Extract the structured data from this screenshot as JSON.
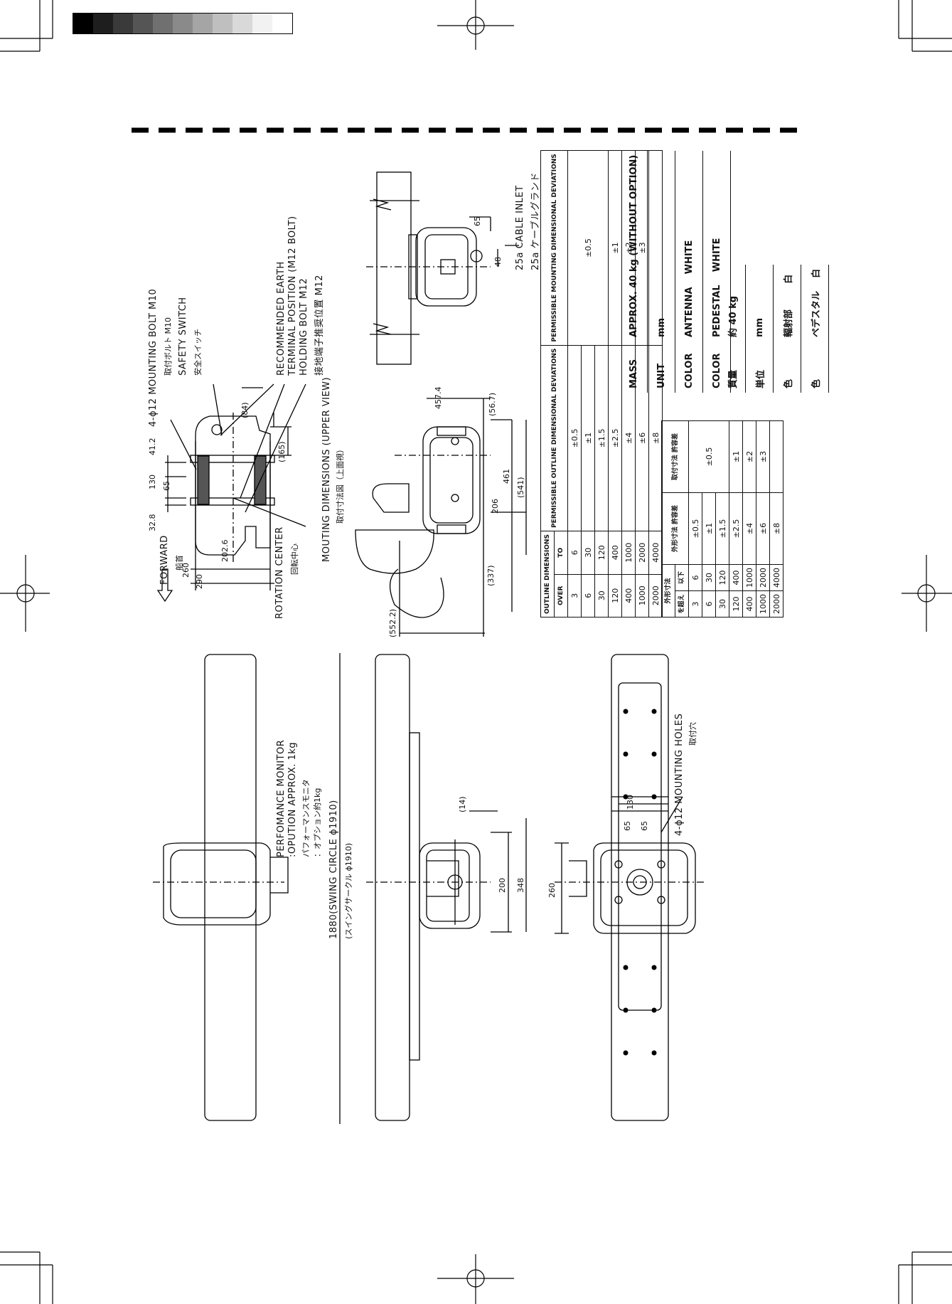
{
  "header": {
    "grayscale_colors": [
      "#000000",
      "#1e1e1e",
      "#3a3a3a",
      "#555555",
      "#707070",
      "#8a8a8a",
      "#a5a5a5",
      "#bfbfbf",
      "#d9d9d9",
      "#f2f2f2",
      "#ffffff"
    ]
  },
  "top_view": {
    "forward_en": "FORWARD",
    "forward_jp": "船首",
    "rotation_center_en": "ROTATION CENTER",
    "rotation_center_jp": "回転中心",
    "dim_290": "290",
    "dim_260": "260",
    "dim_2026": "202.6",
    "dim_328": "32.8",
    "dim_130": "130",
    "dim_65": "65",
    "dim_412": "41.2",
    "dim_84": "(84)",
    "dim_165": "(165)",
    "mounting_bolt_en": "4-ϕ12 MOUNTING BOLT M10",
    "mounting_bolt_jp": "取付ボルト M10",
    "safety_switch_en": "SAFETY SWITCH",
    "safety_switch_jp": "安全スイッチ",
    "earth_en_1": "RECOMMENDED EARTH",
    "earth_en_2": "TERMINAL POSITION (M12 BOLT)",
    "holding_bolt_en": "HOLDING BOLT M12",
    "holding_bolt_jp": "接地端子推奨位置 M12"
  },
  "upper_view": {
    "title_en": "MOUTING DIMENSIONS (UPPER VIEW)",
    "title_jp": "取付寸法図（上面視）",
    "dim_5522": "(552.2)",
    "dim_337": "(337)",
    "dim_206": "206",
    "dim_461": "461",
    "dim_541": "(541)",
    "dim_567": "(56.7)",
    "dim_4574": "457.4"
  },
  "side_view_small": {
    "dim_65": "65",
    "dim_48": "48",
    "cable_inlet_en": "25a CABLE INLET",
    "cable_inlet_jp": "25a ケーブルグランド"
  },
  "tolerance_table_en": {
    "col1": "OUTLINE DIMENSIONS",
    "col_over": "OVER",
    "col_to": "TO",
    "col2": "PERMISSIBLE OUTLINE DIMENSIONAL DEVIATIONS",
    "col3": "PERMISSIBLE MOUNTING DIMENSIONAL DEVIATIONS",
    "rows": [
      {
        "over": "3",
        "to": "6",
        "out": "±0.5",
        "mount": "±0.5"
      },
      {
        "over": "6",
        "to": "30",
        "out": "±1",
        "mount": ""
      },
      {
        "over": "30",
        "to": "120",
        "out": "±1.5",
        "mount": ""
      },
      {
        "over": "120",
        "to": "400",
        "out": "±2.5",
        "mount": "±1"
      },
      {
        "over": "400",
        "to": "1000",
        "out": "±4",
        "mount": "±2"
      },
      {
        "over": "1000",
        "to": "2000",
        "out": "±6",
        "mount": "±3"
      },
      {
        "over": "2000",
        "to": "4000",
        "out": "±8",
        "mount": ""
      }
    ]
  },
  "tolerance_table_jp": {
    "col1": "外形寸法",
    "col_over": "を超え",
    "col_to": "以下",
    "col2": "外形寸法 許容差",
    "col3": "取付寸法 許容差",
    "rows": [
      {
        "over": "3",
        "to": "6",
        "out": "±0.5",
        "mount": "±0.5"
      },
      {
        "over": "6",
        "to": "30",
        "out": "±1",
        "mount": ""
      },
      {
        "over": "30",
        "to": "120",
        "out": "±1.5",
        "mount": ""
      },
      {
        "over": "120",
        "to": "400",
        "out": "±2.5",
        "mount": "±1"
      },
      {
        "over": "400",
        "to": "1000",
        "out": "±4",
        "mount": "±2"
      },
      {
        "over": "1000",
        "to": "2000",
        "out": "±6",
        "mount": "±3"
      },
      {
        "over": "2000",
        "to": "4000",
        "out": "±8",
        "mount": ""
      }
    ]
  },
  "spec_en": [
    {
      "k": "MASS",
      "v": "APPROX. 40 kg (WITHOUT OPTION)"
    },
    {
      "k": "UNIT",
      "v": "mm"
    },
    {
      "k": "COLOR",
      "v": "ANTENNA    WHITE"
    },
    {
      "k": "COLOR",
      "v": "PEDESTAL    WHITE"
    }
  ],
  "spec_jp": [
    {
      "k": "質量",
      "v": "約 40 kg"
    },
    {
      "k": "単位",
      "v": "mm"
    },
    {
      "k": "色",
      "v": "輻射部        白"
    },
    {
      "k": "色",
      "v": "ペデスタル    白"
    }
  ],
  "bottom_views": {
    "perf_monitor_en_1": "PERFOMANCE MONITOR",
    "perf_monitor_en_2": ":OPUTION APPROX. 1kg",
    "perf_monitor_jp_1": "パフォーマンスモニタ",
    "perf_monitor_jp_2": "：オプション約1kg",
    "swing_en": "1880(SWING CIRCLE ϕ1910)",
    "swing_jp": "(スイングサークル ϕ1910)",
    "dim_14": "(14)",
    "dim_200": "200",
    "dim_348": "348",
    "dim_260": "260",
    "dim_130": "130",
    "dim_65a": "65",
    "dim_65b": "65",
    "holes_en": "4-ϕ12 MOUNTING HOLES",
    "holes_jp": "取付穴"
  }
}
